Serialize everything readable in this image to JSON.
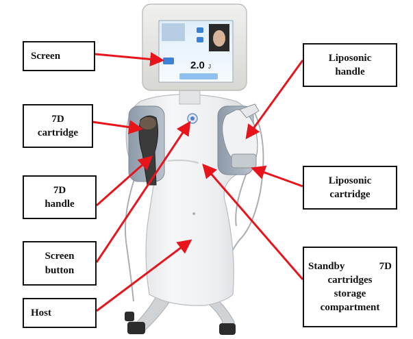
{
  "labels": {
    "screen": "Screen",
    "cartridge_7d": "7D\ncartridge",
    "handle_7d": "7D\nhandle",
    "screen_button": "Screen\nbutton",
    "host": "Host",
    "liposonic_handle": "Liposonic\nhandle",
    "liposonic_cartridge": "Liposonic\ncartridge",
    "standby_line1_left": "Standby",
    "standby_line1_right": "7D",
    "standby_line2": "cartridges",
    "standby_line3": "storage",
    "standby_line4": "compartment"
  },
  "screen_display": {
    "value": "2.0",
    "unit": "J"
  },
  "colors": {
    "arrow": "#e8141b",
    "box_border": "#111111",
    "device_body": "#eef0f2",
    "screen_bezel": "#e6e6e4"
  }
}
